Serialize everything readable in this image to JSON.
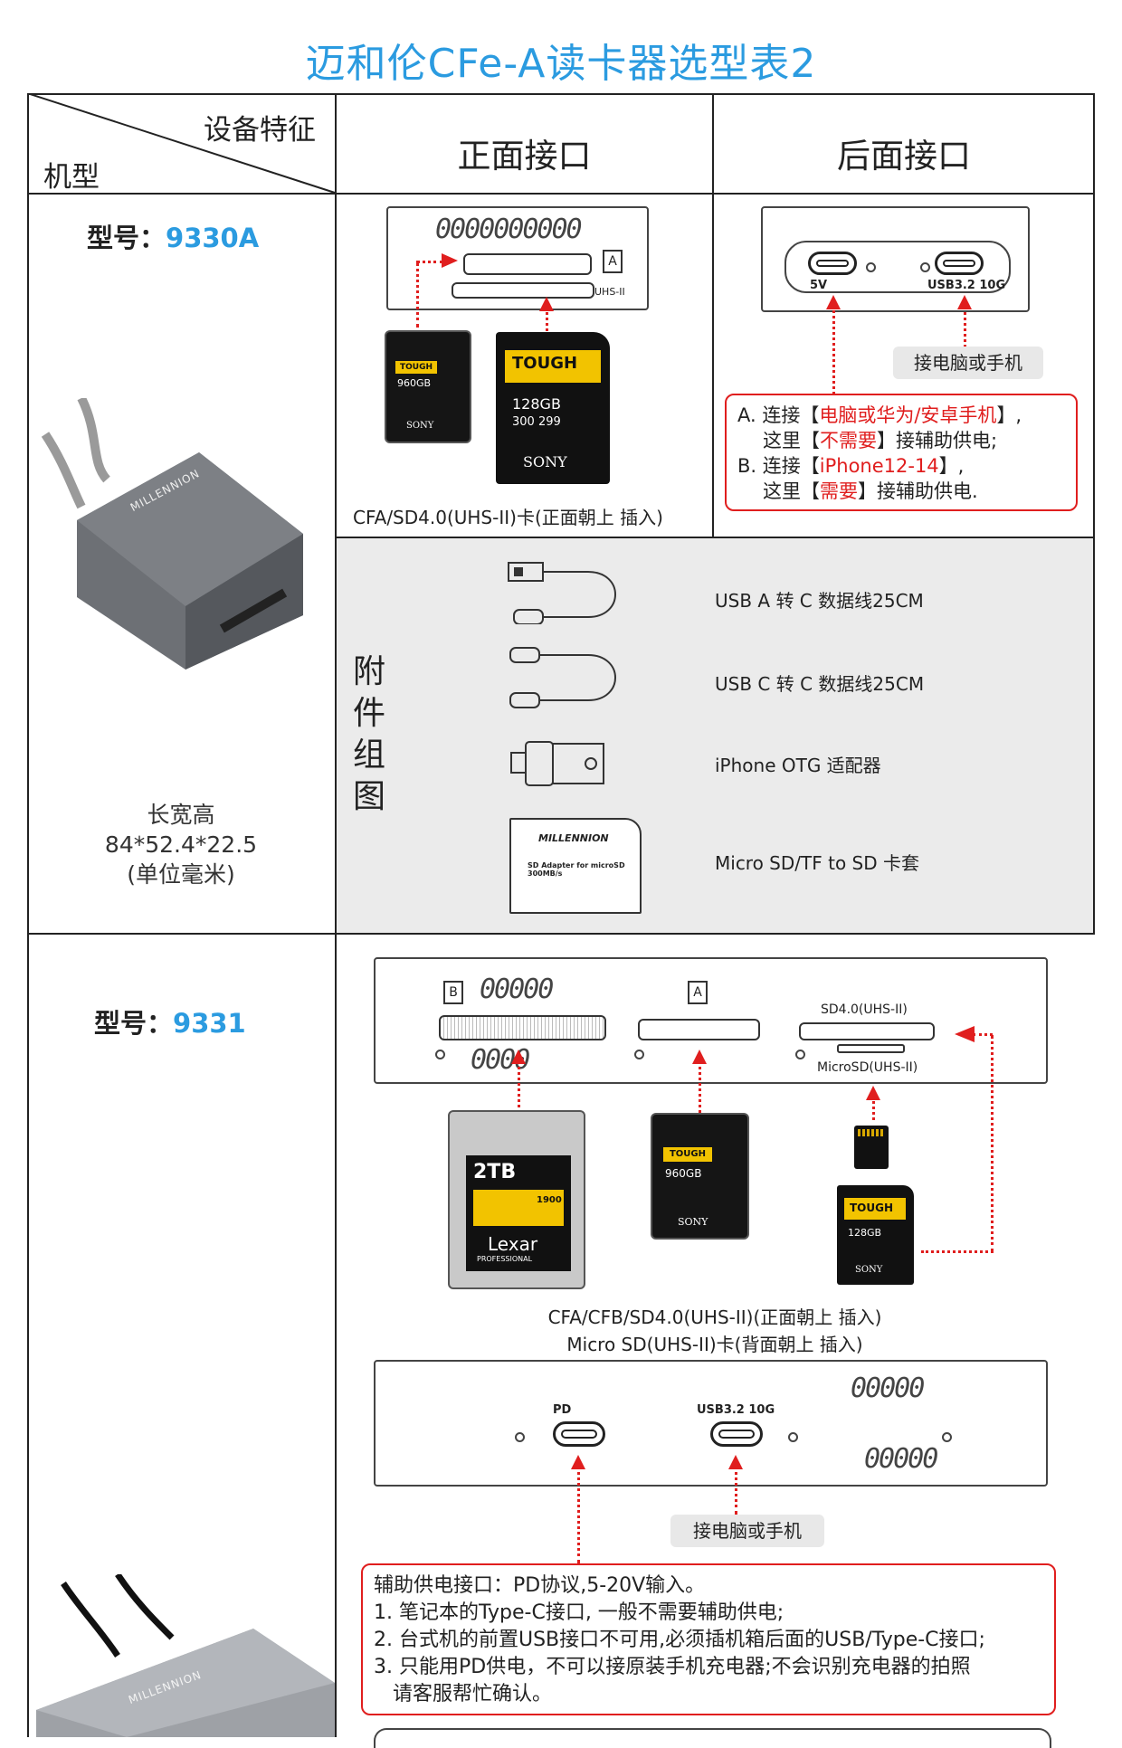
{
  "title": "迈和伦CFe-A读卡器选型表2",
  "header": {
    "feature": "设备特征",
    "model": "机型",
    "front": "正面接口",
    "back": "后面接口"
  },
  "model_9330a": {
    "label_prefix": "型号：",
    "number": "9330A",
    "dims_title": "长宽高",
    "dims_value": "84*52.4*22.5",
    "dims_unit": "(单位毫米)",
    "front_slot_badge": "A",
    "front_slot_tag": "UHS-II",
    "front_caption": "CFA/SD4.0(UHS-II)卡(正面朝上 插入)",
    "back_port_left": "5V",
    "back_port_right": "USB3.2 10G",
    "connect_pill": "接电脑或手机",
    "note": {
      "a_prefix": "A. 连接【",
      "a_red": "电脑或华为/安卓手机",
      "a_suffix": "】,",
      "a2_prefix": "这里【",
      "a2_red": "不需要",
      "a2_suffix": "】接辅助供电;",
      "b_prefix": "B. 连接【",
      "b_red": "iPhone12-14",
      "b_suffix": "】,",
      "b2_prefix": "这里【",
      "b2_red": "需要",
      "b2_suffix": "】接辅助供电."
    },
    "cards": {
      "cfa_brand": "TOUGH",
      "cfa_capacity": "960GB",
      "cfa_maker": "SONY",
      "sd_brand": "TOUGH",
      "sd_capacity": "128GB",
      "sd_speed": "300 299",
      "sd_maker": "SONY"
    },
    "accessories_label": "附件组图",
    "accessories": [
      {
        "name": "USB A 转 C 数据线25CM",
        "icon": "usb-a-to-c-cable-icon"
      },
      {
        "name": "USB C 转 C 数据线25CM",
        "icon": "usb-c-to-c-cable-icon"
      },
      {
        "name": "iPhone OTG 适配器",
        "icon": "otg-adapter-icon"
      },
      {
        "name": "Micro SD/TF to SD 卡套",
        "icon": "sd-adapter-icon"
      }
    ],
    "adapter_brand": "MILLENNION",
    "adapter_text": "SD Adapter for microSD\n300MB/s",
    "reader_brand": "MILLENNION"
  },
  "model_9331": {
    "label_prefix": "型号：",
    "number": "9331",
    "slot_b_badge": "B",
    "slot_a_badge": "A",
    "sd_label": "SD4.0(UHS-II)",
    "micro_label": "MicroSD(UHS-II)",
    "front_caption_1": "CFA/CFB/SD4.0(UHS-II)(正面朝上 插入)",
    "front_caption_2": "Micro SD(UHS-II)卡(背面朝上 插入)",
    "back_port_left": "PD",
    "back_port_right": "USB3.2 10G",
    "connect_pill": "接电脑或手机",
    "cards": {
      "cfb_capacity": "2TB",
      "cfb_speed": "1900",
      "cfb_brand": "Lexar",
      "cfb_sub": "PROFESSIONAL",
      "cfa_brand": "TOUGH",
      "cfa_capacity": "960GB",
      "cfa_maker": "SONY",
      "sd_brand": "TOUGH",
      "sd_capacity": "128GB",
      "sd_maker": "SONY"
    },
    "note_lines": [
      "辅助供电接口：PD协议,5-20V输入。",
      "1. 笔记本的Type-C接口, 一般不需要辅助供电;",
      "2. 台式机的前置USB接口不可用,必须插机箱后面的USB/Type-C接口;",
      "3. 只能用PD供电，不可以接原装手机充电器;不会识别充电器的拍照",
      "   请客服帮忙确认。"
    ],
    "reader_brand": "MILLENNION"
  }
}
